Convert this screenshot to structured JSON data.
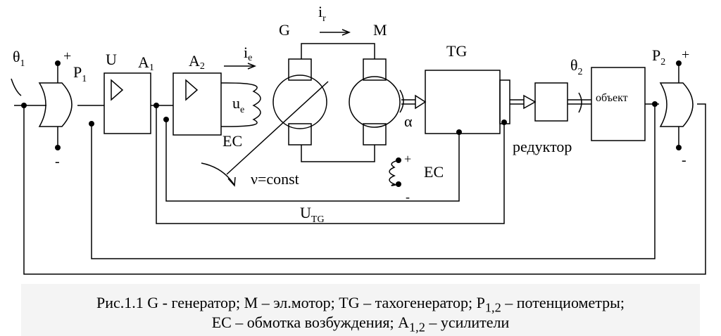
{
  "labels": {
    "theta1": "θ",
    "theta1_sub": "1",
    "P1": "P",
    "P1_sub": "1",
    "U": "U",
    "A1": "A",
    "A1_sub": "1",
    "A2": "A",
    "A2_sub": "2",
    "ie": "i",
    "ie_sub": "e",
    "ue": "u",
    "ue_sub": "e",
    "EC1": "EC",
    "nu": "ν=const",
    "G": "G",
    "ir": "i",
    "ir_sub": "r",
    "M": "M",
    "alpha": "α",
    "TG": "TG",
    "EC2": "EC",
    "UTG": "U",
    "UTG_sub": "TG",
    "reduktor": "редуктор",
    "theta2": "θ",
    "theta2_sub": "2",
    "object": "объект",
    "P2": "P",
    "P2_sub": "2",
    "plus": "+",
    "minus": "-"
  },
  "caption": {
    "line1_a": "Рис.1.1   G - генератор; M – эл.мотор; TG – тахогенератор; P",
    "line1_sub": "1,2",
    "line1_b": " – потенциометры;",
    "line2_a": "EC – обмотка возбуждения; A",
    "line2_sub": "1,2",
    "line2_b": " – усилители"
  }
}
